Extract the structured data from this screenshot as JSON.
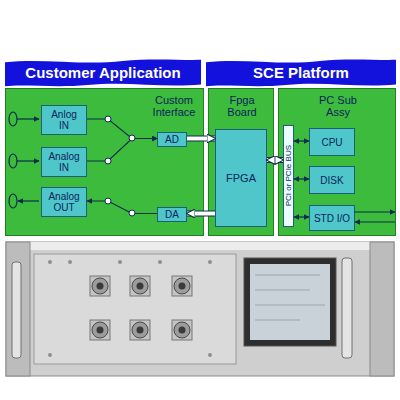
{
  "diagram": {
    "nodes": [
      {
        "text": [
          "Customer Application"
        ]
      },
      {
        "text": [
          "SCE Platform"
        ]
      },
      {
        "text": [
          "Custom Interface"
        ]
      },
      {
        "text": [
          "Anlog IN"
        ],
        "in": 2
      },
      {
        "text": [
          "Analog IN"
        ],
        "in": 2
      },
      {
        "text": [
          "Analog OUT"
        ],
        "in": 2
      },
      {
        "text": [
          "AD"
        ],
        "in": 2
      },
      {
        "text": [
          "DA"
        ],
        "in": 2
      },
      {
        "text": [
          "Fpga Board"
        ]
      },
      {
        "text": [
          "FPGA"
        ],
        "in": 8
      },
      {
        "text": [
          "PC Sub Assy"
        ]
      },
      {
        "text": [
          "PCI or PCIe BUS"
        ],
        "in": 10
      },
      {
        "text": [
          "CPU"
        ],
        "in": 10
      },
      {
        "text": [
          "DISK"
        ],
        "in": 10
      },
      {
        "text": [
          "STD I/O"
        ],
        "in": 10
      }
    ],
    "edges": [
      {
        "from": 3,
        "to": 6,
        "arrow": "to"
      },
      {
        "from": 4,
        "to": 6,
        "arrow": "to"
      },
      {
        "from": 7,
        "to": 5,
        "arrow": "to"
      },
      {
        "from": 6,
        "to": 9,
        "arrow": "to"
      },
      {
        "from": 9,
        "to": 7,
        "arrow": "to"
      },
      {
        "from": 9,
        "to": 11,
        "arrow": "both"
      },
      {
        "from": 11,
        "to": 12,
        "arrow": "both"
      },
      {
        "from": 11,
        "to": 13,
        "arrow": "both"
      },
      {
        "from": 11,
        "to": 14,
        "arrow": "both"
      }
    ]
  }
}
